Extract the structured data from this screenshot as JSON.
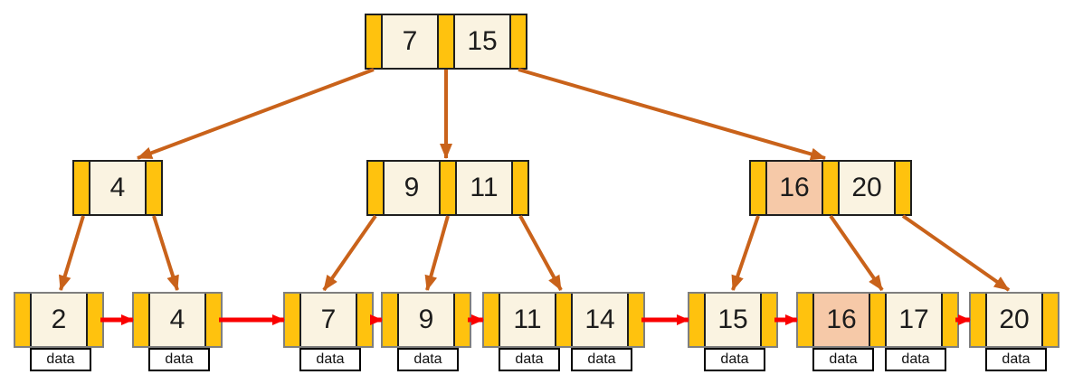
{
  "tree": {
    "root": {
      "keys": [
        "7",
        "15"
      ]
    },
    "internal_nodes": [
      {
        "keys": [
          "4"
        ]
      },
      {
        "keys": [
          "9",
          "11"
        ]
      },
      {
        "keys": [
          "16",
          "20"
        ],
        "highlighted_key": "16"
      }
    ],
    "leaf_nodes": [
      {
        "keys": [
          "2"
        ]
      },
      {
        "keys": [
          "4"
        ]
      },
      {
        "keys": [
          "7"
        ]
      },
      {
        "keys": [
          "9"
        ]
      },
      {
        "keys": [
          "11",
          "14"
        ]
      },
      {
        "keys": [
          "15"
        ]
      },
      {
        "keys": [
          "16",
          "17"
        ],
        "highlighted_key": "16"
      },
      {
        "keys": [
          "20"
        ]
      }
    ],
    "data_label": "data",
    "colors": {
      "pointer_slot": "#FFC20E",
      "key_cell": "#FAF3E1",
      "highlight_cell": "#F6C9A8",
      "tree_arrow": "#C9621A",
      "leaf_link_arrow": "#FA0000",
      "internal_border": "#1f1f1f",
      "leaf_border": "#7f7f7f"
    }
  }
}
